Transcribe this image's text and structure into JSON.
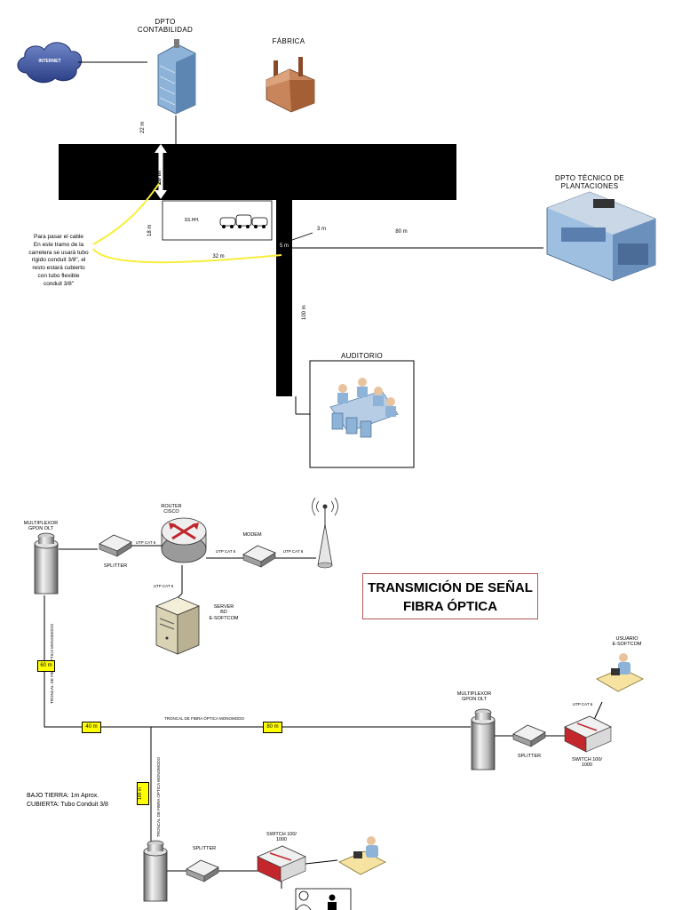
{
  "plan": {
    "labels": {
      "internet": "INTERNET",
      "dpto_contabilidad": "DPTO\nCONTABILIDAD",
      "fabrica": "FÁBRICA",
      "dpto_tecnico": "DPTO TÉCNICO DE\nPLANTACIONES",
      "auditorio": "AUDITORIO",
      "sshh": "SS.HH."
    },
    "distances": {
      "d22": "22 m",
      "d20": "20 m",
      "d18": "18 m",
      "d3": "3 m",
      "d80": "80 m",
      "d5": "5 m",
      "d32": "32 m",
      "d100": "100 m"
    },
    "note": "Para pasar el cable\nEn este tramo de la\ncarretera se usará tubo\nrígido conduit 3/8\", el\nresto estará cubierto\ncon tubo flexible\nconduit 3/8\""
  },
  "network": {
    "title": "TRANSMICIÓN DE SEÑAL\nFIBRA ÓPTICA",
    "labels": {
      "mux1": "MULTIPLEXOR\nGPON OLT",
      "splitter1": "SPLITTER",
      "router": "ROUTER\nCISCO",
      "modem": "MODEM",
      "server": "SERVER\nBD\nE-SOFTCOM",
      "mux2": "MULTIPLEXOR\nGPON OLT",
      "splitter2": "SPLITTER",
      "switch2": "SWITCH 100/\n1000",
      "usuario": "USUARIO\nE-SOFTCOM",
      "splitter3": "SPLITTER",
      "switch3": "SWITCH 100/\n1000"
    },
    "cables": {
      "utp1": "UTP CAT 6",
      "utp2": "UTP CAT 6",
      "utp3": "UTP CAT 6",
      "utp4": "UTP CAT 5",
      "utp5": "UTP CAT 6",
      "trunk_h": "TRONCAL DE FIBRA ÓPTICA MONOMODO",
      "trunk_v1": "TRONCAL DE FIBRA ÓPTICA MONOMODO",
      "trunk_v2": "TRONCAL DE FIBRA ÓPTICA MONOMODO"
    },
    "tags": {
      "t60": "60 m",
      "t40": "40 m",
      "t80": "80 m",
      "t100": "100 m"
    },
    "ground": {
      "line1": "BAJO TIERRA: 1m Aprox.",
      "line2": "CUBIERTA: Tubo Conduit 3/8"
    }
  }
}
